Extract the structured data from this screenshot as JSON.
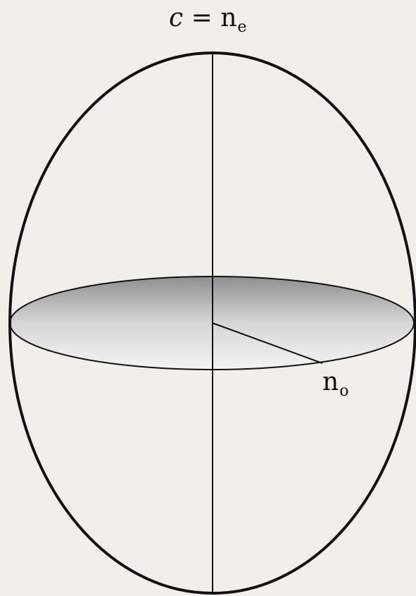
{
  "diagram": {
    "top_label": {
      "variable": "c",
      "equals": " = ",
      "symbol": "n",
      "subscript": "e"
    },
    "radius_label": {
      "symbol": "n",
      "subscript": "o"
    }
  },
  "colors": {
    "background": "#f1efea",
    "stroke": "#111111",
    "disk_gradient_dark": "#8f8f8f",
    "disk_gradient_light": "#f2f2f2"
  }
}
